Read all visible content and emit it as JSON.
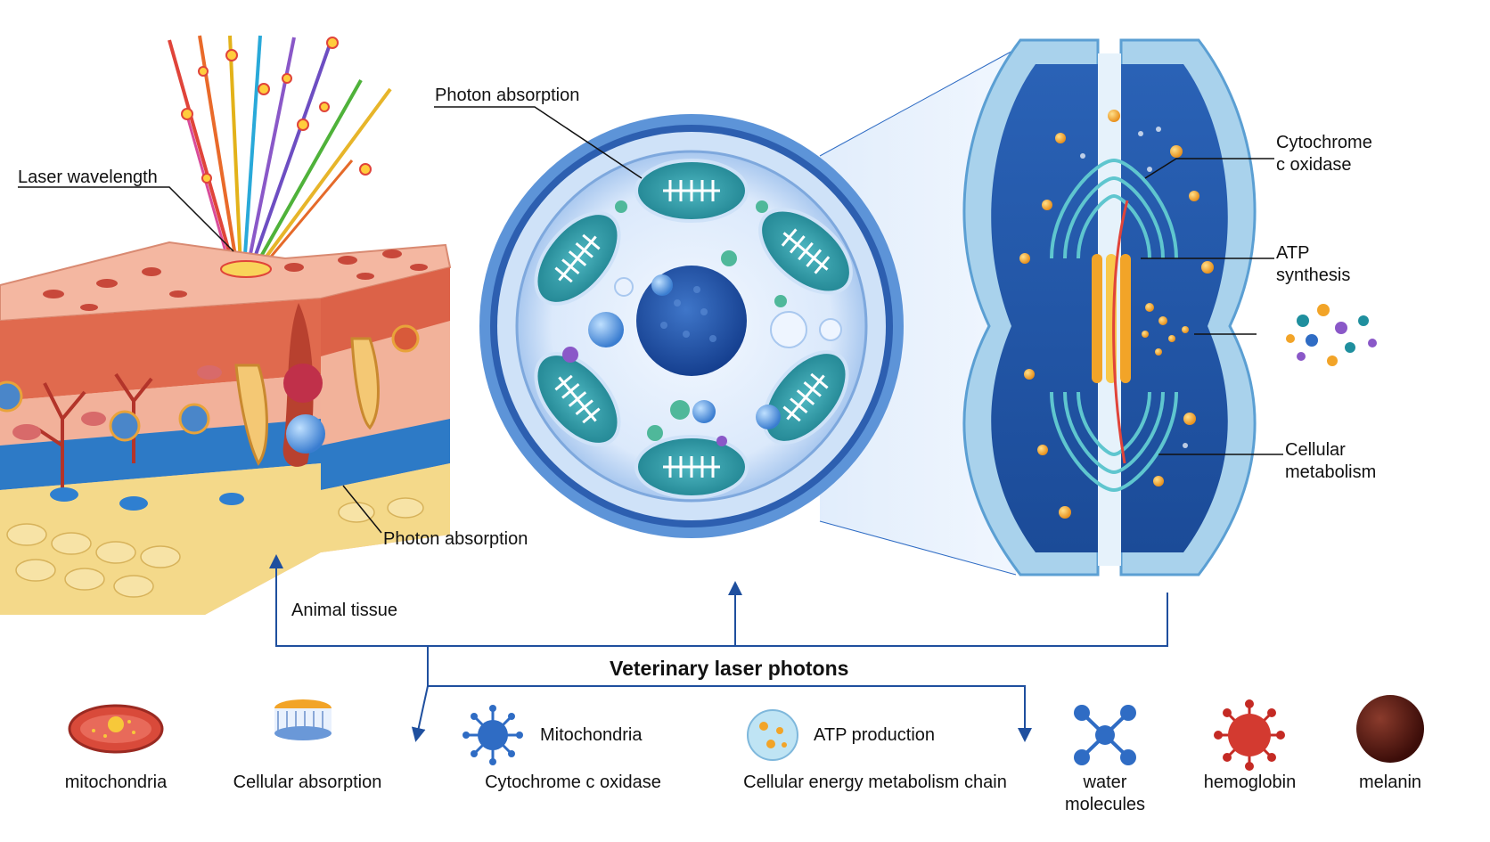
{
  "labels": {
    "laser_wavelength": "Laser wavelength",
    "photon_absorption_top": "Photon absorption",
    "photon_absorption_tissue": "Photon absorption",
    "animal_tissue": "Animal tissue",
    "cytochrome_c_oxidase": [
      "Cytochrome",
      "c oxidase"
    ],
    "atp_synthesis": [
      "ATP",
      "synthesis"
    ],
    "cellular_metabolism": [
      "Cellular",
      "metabolism"
    ]
  },
  "title": "Veterinary laser photons",
  "legend": [
    {
      "icon": "mitochondria-icon",
      "label": "mitochondria"
    },
    {
      "icon": "membrane-icon",
      "label": "Cellular absorption"
    },
    {
      "icon": "virus-icon",
      "label": "Mitochondria"
    },
    {
      "icon": "enzyme-icon",
      "label": "Cytochrome c oxidase"
    },
    {
      "icon": "atp-icon",
      "label": "ATP production"
    },
    {
      "icon": "energy-icon",
      "label": "Cellular energy metabolism chain"
    },
    {
      "icon": "molecule-icon",
      "label": "water molecules"
    },
    {
      "icon": "hemoglobin-icon",
      "label": "hemoglobin"
    },
    {
      "icon": "melanin-icon",
      "label": "melanin"
    }
  ],
  "colors": {
    "arrow": "#1f4f9e",
    "cell_blue": "#2f6cc4",
    "mito_teal": "#1f8f9e",
    "atp_orange": "#f2a428",
    "tissue_pink": "#f0a994",
    "fat_yellow": "#f4d98a"
  }
}
